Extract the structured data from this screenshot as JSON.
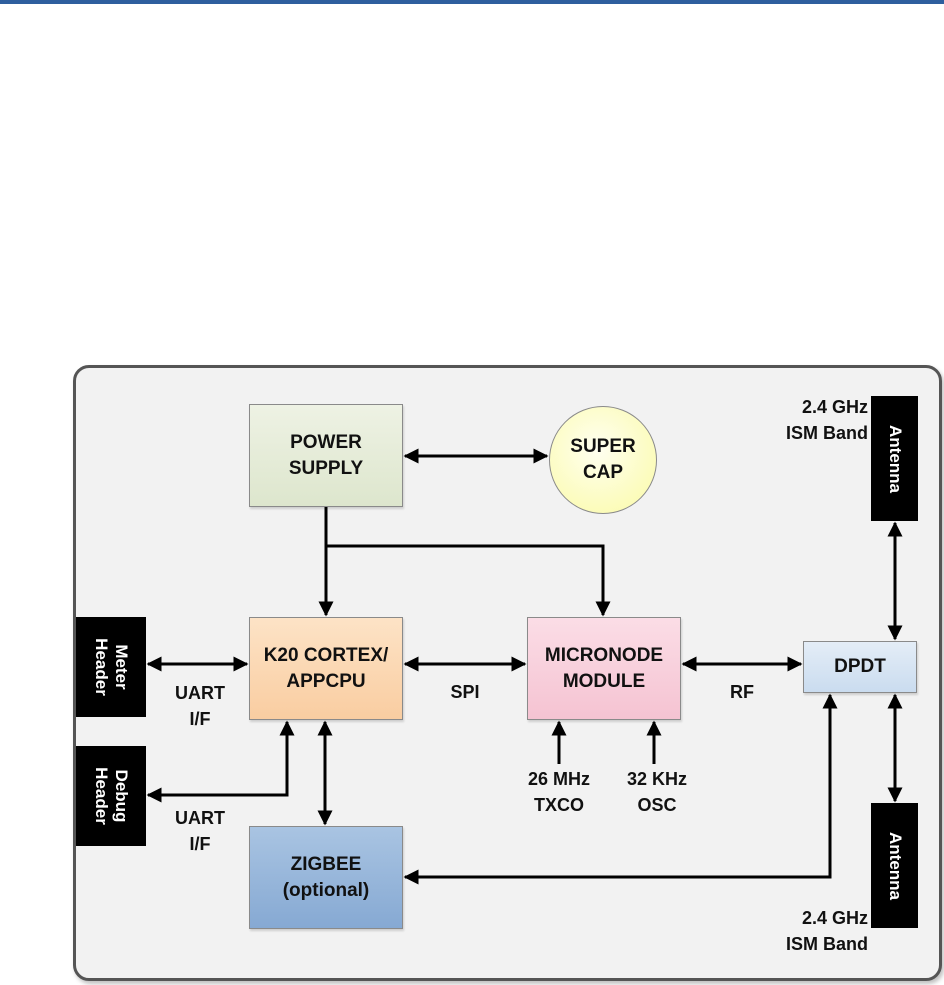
{
  "blocks": {
    "power_supply": [
      "POWER",
      "SUPPLY"
    ],
    "super_cap": [
      "SUPER",
      "CAP"
    ],
    "k20": [
      "K20 CORTEX/",
      "APPCPU"
    ],
    "micronode": [
      "MICRONODE",
      "MODULE"
    ],
    "zigbee": [
      "ZIGBEE",
      "(optional)"
    ],
    "dpdt": "DPDT"
  },
  "connectors": {
    "meter_header": [
      "Meter",
      "Header"
    ],
    "debug_header": [
      "Debug",
      "Header"
    ],
    "antenna_top": "Antenna",
    "antenna_bottom": "Antenna"
  },
  "labels": {
    "band_top": [
      "2.4 GHz",
      "ISM Band"
    ],
    "band_bottom": [
      "2.4 GHz",
      "ISM Band"
    ],
    "uart_meter": [
      "UART",
      "I/F"
    ],
    "uart_debug": [
      "UART",
      "I/F"
    ],
    "spi": "SPI",
    "rf": "RF",
    "txco": [
      "26 MHz",
      "TXCO"
    ],
    "osc": [
      "32 KHz",
      "OSC"
    ]
  }
}
